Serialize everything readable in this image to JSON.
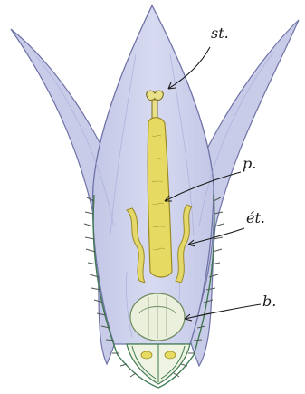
{
  "labels": {
    "style": "st.",
    "pollen": "p.",
    "stamen": "ét.",
    "bud": "b."
  },
  "colors": {
    "petal_fill": "#cdd0ea",
    "petal_shade": "#b6bbe0",
    "petal_stroke": "#6f73a6",
    "pollen_fill": "#e7da63",
    "pollen_stroke": "#9a8b25",
    "stamen_fill": "#e4d86a",
    "ovary_fill": "#eaf0dc",
    "ovary_stroke": "#6c8a5c",
    "hair": "#4f5a52",
    "green": "#3f7a52",
    "ink": "#1a1a1a"
  }
}
